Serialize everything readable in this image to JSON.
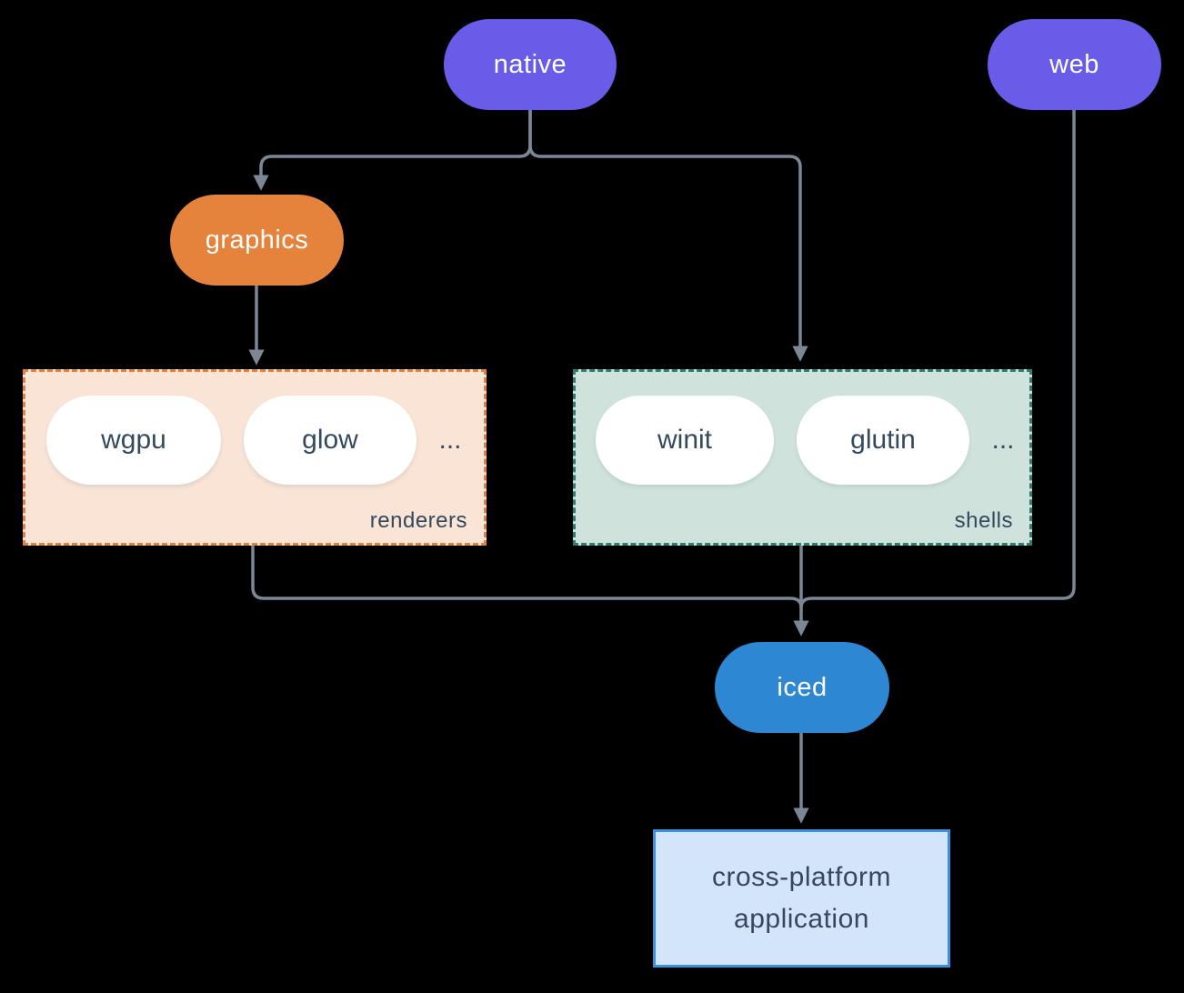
{
  "nodes": {
    "native": {
      "label": "native"
    },
    "web": {
      "label": "web"
    },
    "graphics": {
      "label": "graphics"
    },
    "iced": {
      "label": "iced"
    },
    "app": {
      "line1": "cross-platform",
      "line2": "application"
    }
  },
  "groups": {
    "renderers": {
      "label": "renderers",
      "items": [
        "wgpu",
        "glow"
      ],
      "ellipsis": "..."
    },
    "shells": {
      "label": "shells",
      "items": [
        "winit",
        "glutin"
      ],
      "ellipsis": "..."
    }
  },
  "colors": {
    "native_web_pill": "#695ce8",
    "graphics_pill": "#e5823c",
    "iced_pill": "#2d87d3",
    "renderers_fill": "#f9e4d6",
    "renderers_border": "#e0813f",
    "shells_fill": "#d0e2dc",
    "shells_border": "#2e7d6e",
    "app_fill": "#d3e5f8",
    "app_border": "#3c8ede",
    "connector_line": "#7b8794",
    "dark_text": "#34495e",
    "background": "#000000"
  }
}
